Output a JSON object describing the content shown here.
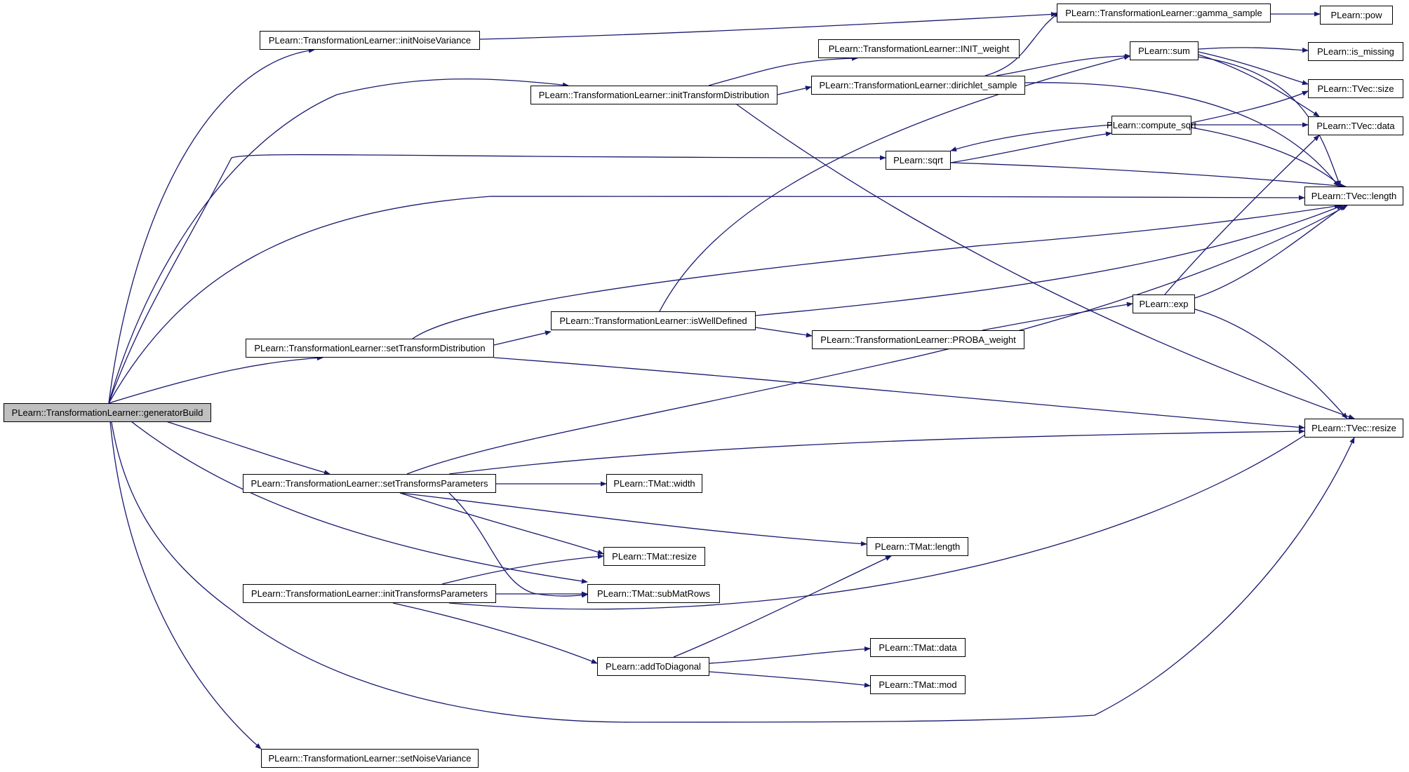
{
  "graph": {
    "edge_color": "#191970",
    "root_fill": "#bfbfbf",
    "nodes": [
      {
        "id": "generatorBuild",
        "label": "PLearn::TransformationLearner::generatorBuild",
        "root": true
      },
      {
        "id": "initNoiseVariance",
        "label": "PLearn::TransformationLearner::initNoiseVariance"
      },
      {
        "id": "gamma_sample",
        "label": "PLearn::TransformationLearner::gamma_sample"
      },
      {
        "id": "pow",
        "label": "PLearn::pow"
      },
      {
        "id": "INIT_weight",
        "label": "PLearn::TransformationLearner::INIT_weight"
      },
      {
        "id": "initTransformDistribution",
        "label": "PLearn::TransformationLearner::initTransformDistribution"
      },
      {
        "id": "dirichlet_sample",
        "label": "PLearn::TransformationLearner::dirichlet_sample"
      },
      {
        "id": "sum",
        "label": "PLearn::sum"
      },
      {
        "id": "is_missing",
        "label": "PLearn::is_missing"
      },
      {
        "id": "tvec_size",
        "label": "PLearn::TVec::size"
      },
      {
        "id": "compute_sqrt",
        "label": "PLearn::compute_sqrt"
      },
      {
        "id": "tvec_data",
        "label": "PLearn::TVec::data"
      },
      {
        "id": "sqrt",
        "label": "PLearn::sqrt"
      },
      {
        "id": "tvec_length",
        "label": "PLearn::TVec::length"
      },
      {
        "id": "isWellDefined",
        "label": "PLearn::TransformationLearner::isWellDefined"
      },
      {
        "id": "exp",
        "label": "PLearn::exp"
      },
      {
        "id": "setTransformDistribution",
        "label": "PLearn::TransformationLearner::setTransformDistribution"
      },
      {
        "id": "PROBA_weight",
        "label": "PLearn::TransformationLearner::PROBA_weight"
      },
      {
        "id": "tvec_resize",
        "label": "PLearn::TVec::resize"
      },
      {
        "id": "setTransformsParameters",
        "label": "PLearn::TransformationLearner::setTransformsParameters"
      },
      {
        "id": "tmat_width",
        "label": "PLearn::TMat::width"
      },
      {
        "id": "tmat_length",
        "label": "PLearn::TMat::length"
      },
      {
        "id": "tmat_resize",
        "label": "PLearn::TMat::resize"
      },
      {
        "id": "initTransformsParameters",
        "label": "PLearn::TransformationLearner::initTransformsParameters"
      },
      {
        "id": "subMatRows",
        "label": "PLearn::TMat::subMatRows"
      },
      {
        "id": "tmat_data",
        "label": "PLearn::TMat::data"
      },
      {
        "id": "addToDiagonal",
        "label": "PLearn::addToDiagonal"
      },
      {
        "id": "tmat_mod",
        "label": "PLearn::TMat::mod"
      },
      {
        "id": "setNoiseVariance",
        "label": "PLearn::TransformationLearner::setNoiseVariance"
      }
    ]
  }
}
